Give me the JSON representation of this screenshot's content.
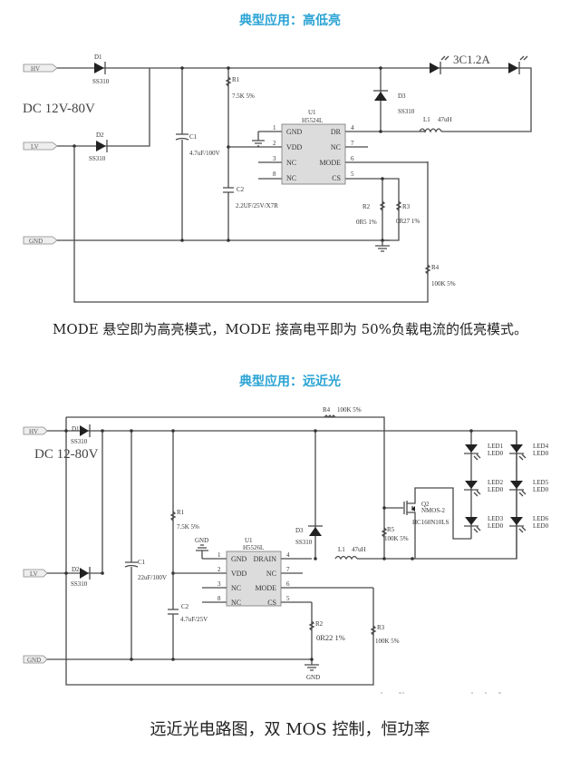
{
  "colors": {
    "title": "#29a3d3",
    "wire": "#4a4a4a",
    "text": "#222222"
  },
  "diagram1": {
    "title": "典型应用：高低亮",
    "supply": "DC 12V-80V",
    "ports": {
      "hv": "HV",
      "lv": "LV",
      "gnd": "GND"
    },
    "d1": {
      "ref": "D1",
      "part": "SS310"
    },
    "d2": {
      "ref": "D2",
      "part": "SS310"
    },
    "d3": {
      "ref": "D3",
      "part": "SS310"
    },
    "c1": {
      "ref": "C1",
      "value": "4.7uF/100V"
    },
    "c2": {
      "ref": "C2",
      "value": "2.2UF/25V/X7R"
    },
    "r1": {
      "ref": "R1",
      "value": "7.5K 5%"
    },
    "r2": {
      "ref": "R2",
      "value": "0R5 1%"
    },
    "r3": {
      "ref": "R3",
      "value": "0R27 1%"
    },
    "r4": {
      "ref": "R4",
      "value": "100K 5%"
    },
    "l1": {
      "ref": "L1",
      "value": "47uH"
    },
    "led_label": "3C1.2A",
    "u1": {
      "ref": "U1",
      "part": "H5524L",
      "pins_left": [
        {
          "num": "1",
          "name": "GND"
        },
        {
          "num": "2",
          "name": "VDD"
        },
        {
          "num": "3",
          "name": "NC"
        },
        {
          "num": "8",
          "name": "NC"
        }
      ],
      "pins_right": [
        {
          "num": "4",
          "name": "DR"
        },
        {
          "num": "7",
          "name": "NC"
        },
        {
          "num": "6",
          "name": "MODE"
        },
        {
          "num": "5",
          "name": "CS"
        }
      ]
    },
    "caption": "MODE 悬空即为高亮模式，MODE 接高电平即为 50%负载电流的低亮模式。"
  },
  "diagram2": {
    "title": "典型应用：远近光",
    "supply": "DC 12-80V",
    "ports": {
      "hv": "HV",
      "lv": "LV",
      "gnd": "GND"
    },
    "d1": {
      "ref": "D1",
      "part": "SS310"
    },
    "d2": {
      "ref": "D2",
      "part": "SS310"
    },
    "d3": {
      "ref": "D3",
      "part": "SS310"
    },
    "c1": {
      "ref": "C1",
      "value": "22uF/100V"
    },
    "c2": {
      "ref": "C2",
      "value": "4.7uF/25V"
    },
    "r1": {
      "ref": "R1",
      "value": "7.5K 5%"
    },
    "r2": {
      "ref": "R2",
      "value": "0R22 1%"
    },
    "r3": {
      "ref": "R3",
      "value": "100K 5%"
    },
    "r4": {
      "ref": "R4",
      "value": "100K 5%"
    },
    "r5": {
      "ref": "R5",
      "value": "100K 5%"
    },
    "l1": {
      "ref": "L1",
      "value": "47uH"
    },
    "q2": {
      "ref": "Q2",
      "type": "NMOS-2",
      "part": "HC160N10LS"
    },
    "gnd_label": "GND",
    "leds": [
      {
        "ref": "LED1",
        "type": "LED0"
      },
      {
        "ref": "LED2",
        "type": "LED0"
      },
      {
        "ref": "LED3",
        "type": "LED0"
      },
      {
        "ref": "LED4",
        "type": "LED0"
      },
      {
        "ref": "LED5",
        "type": "LED0"
      },
      {
        "ref": "LED6",
        "type": "LED0"
      }
    ],
    "u1": {
      "ref": "U1",
      "part": "H5526L",
      "pins_left": [
        {
          "num": "1",
          "name": "GND"
        },
        {
          "num": "2",
          "name": "VDD"
        },
        {
          "num": "3",
          "name": "NC"
        },
        {
          "num": "8",
          "name": "NC"
        }
      ],
      "pins_right": [
        {
          "num": "4",
          "name": "DRAIN"
        },
        {
          "num": "7",
          "name": "NC"
        },
        {
          "num": "6",
          "name": "MODE"
        },
        {
          "num": "5",
          "name": "CS"
        }
      ]
    },
    "caption": "远近光电路图，双 MOS 控制，恒功率"
  }
}
